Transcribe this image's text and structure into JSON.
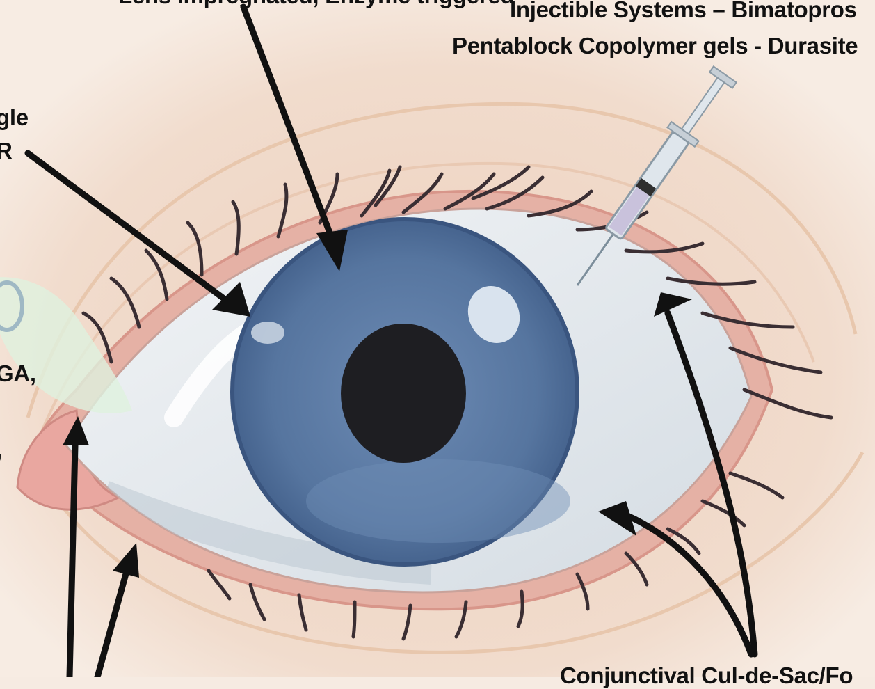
{
  "labels": {
    "top_cut": "Lens impregnated, Enzyme triggered",
    "injectible": "Injectible Systems – Bimatopros",
    "pentablock": "Pentablock Copolymer gels - Durasite",
    "left_1": "gle",
    "left_2": "R",
    "left_3": "GA,",
    "left_4": ",",
    "bottom_cut": "Conjunctival Cul-de-Sac/Fo"
  },
  "colors": {
    "background": "#f6ebe2",
    "skin": "#efcfba",
    "eyelid_rim": "#e3a89c",
    "sclera": "#e4eaee",
    "iris": "#55749f",
    "iris_light": "#6f8db6",
    "pupil": "#1e1e22",
    "arrow": "#111111",
    "lashes": "#3a2e33"
  },
  "icons": {
    "syringe": "syringe-icon",
    "contact_lens": "contact-lens-icon"
  }
}
